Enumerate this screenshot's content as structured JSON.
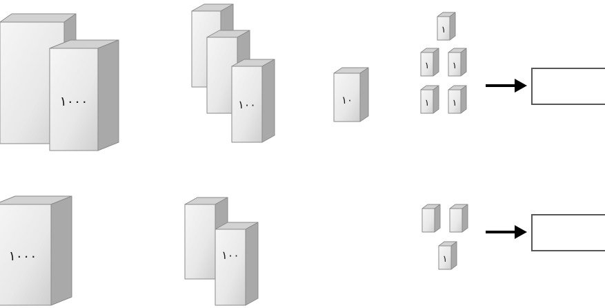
{
  "place_values": {
    "thousand": "١٠٠٠",
    "hundred": "١٠٠",
    "ten": "١٠",
    "one": "١"
  },
  "row_1": {
    "thousands": 2,
    "hundreds": 3,
    "tens": 1,
    "ones": 5,
    "answer_box": ""
  },
  "row_2": {
    "thousands": 1,
    "hundreds": 2,
    "tens": 0,
    "ones": 3,
    "answer_box": ""
  },
  "colors": {
    "front_face": "#e8e8e8",
    "top_face": "#d2d2d2",
    "side_face": "#a9a9a9",
    "stroke": "#8a8a8a",
    "arrow": "#000000"
  }
}
